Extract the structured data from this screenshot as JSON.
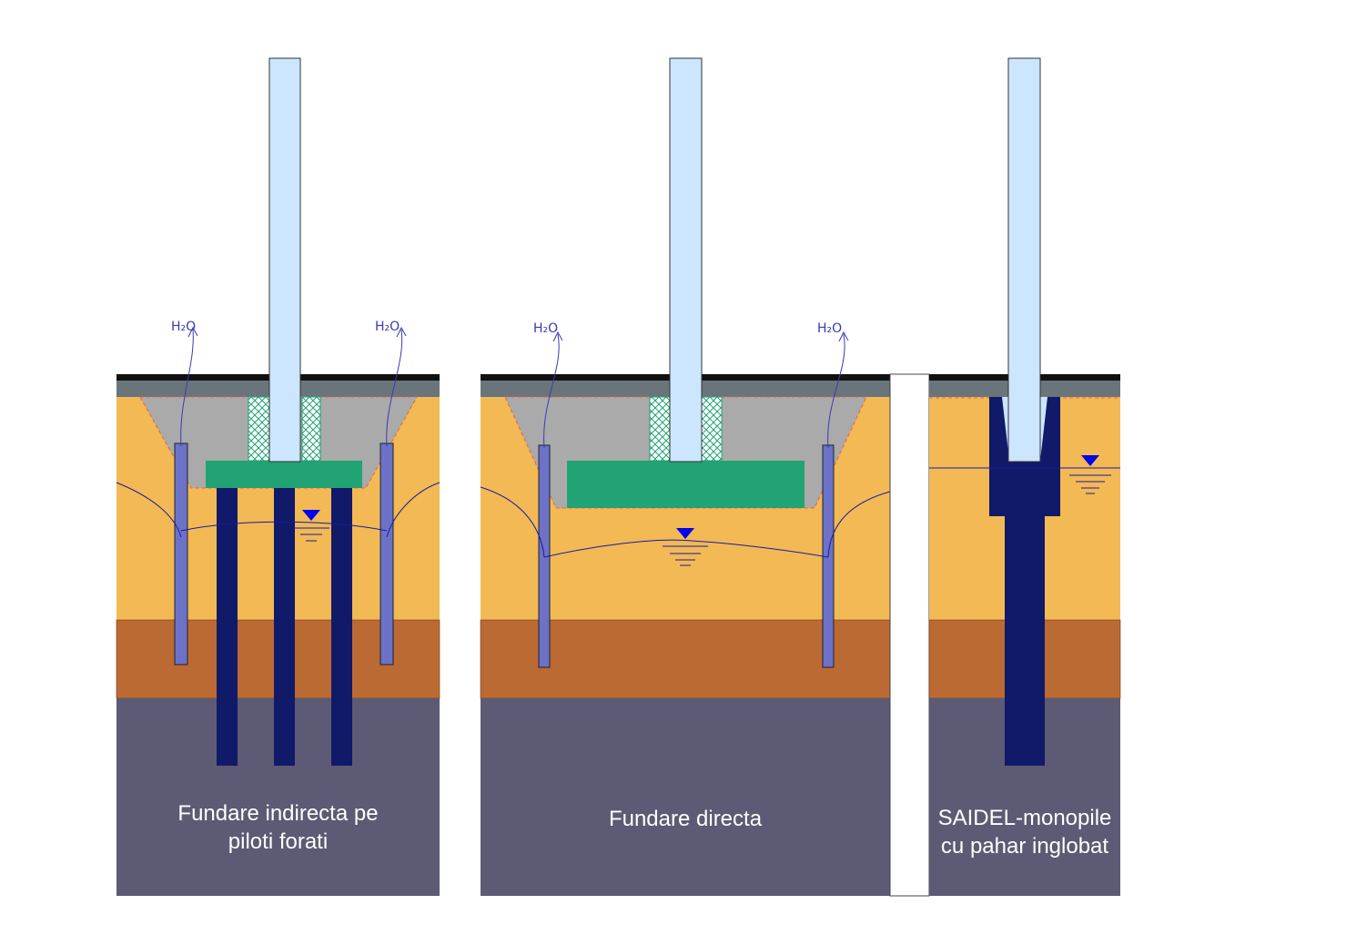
{
  "panels": [
    {
      "label_line1": "Fundare indirecta pe",
      "label_line2": "piloti forati"
    },
    {
      "label_line1": "Fundare directa"
    },
    {
      "label_line1": "SAIDEL-monopile",
      "label_line2": "cu pahar inglobat"
    }
  ],
  "water_label": "H₂O",
  "colors": {
    "soil_top": "#F2B955",
    "soil_middle": "#BC6A33",
    "rock": "#5C5A74",
    "backfill": "#AAAAAA",
    "surface_layer": "#69757A",
    "pavement": "#111111",
    "column": "#CCE6FF",
    "foundation": "#21A373",
    "pile": "#101A69",
    "drain_well": "#6B72C8",
    "water_line": "#1A1AA0",
    "water_marker": "#0000EE"
  }
}
